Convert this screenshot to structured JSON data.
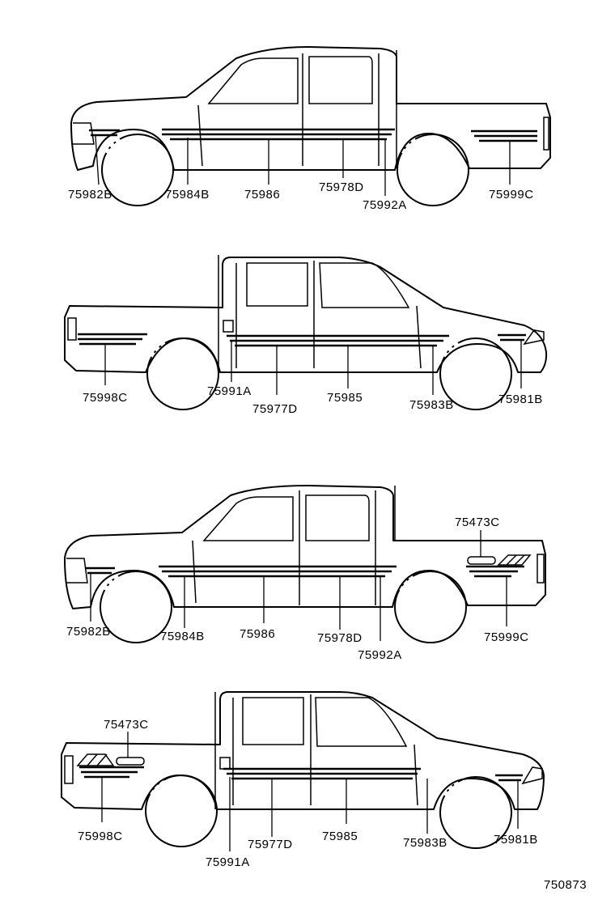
{
  "views": [
    {
      "labels": [
        "75982B",
        "75984B",
        "75986",
        "75978D",
        "75992A",
        "75999C"
      ]
    },
    {
      "labels": [
        "75998C",
        "75991A",
        "75977D",
        "75985",
        "75983B",
        "75981B"
      ]
    },
    {
      "labels": [
        "75473C",
        "75982B",
        "75984B",
        "75986",
        "75978D",
        "75992A",
        "75999C"
      ]
    },
    {
      "labels": [
        "75473C",
        "75998C",
        "75991A",
        "75977D",
        "75985",
        "75983B",
        "75981B"
      ]
    }
  ],
  "figure_code": "750873"
}
